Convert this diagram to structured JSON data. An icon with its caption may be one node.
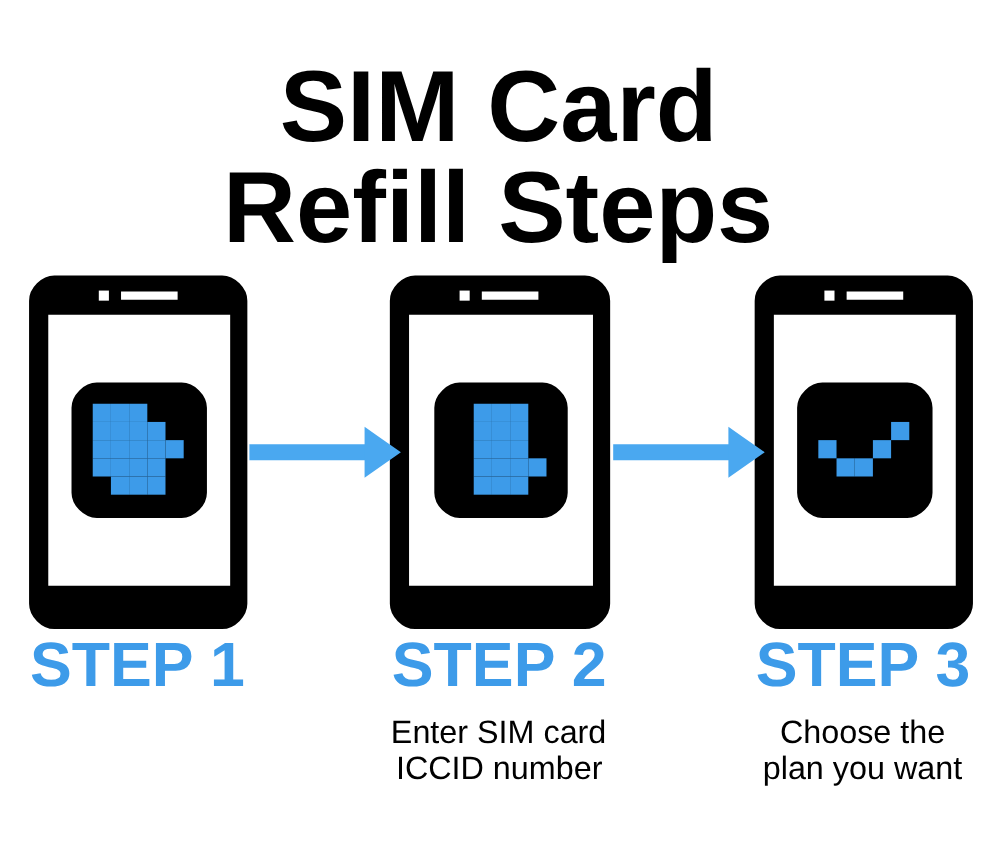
{
  "diagram": {
    "title": "SIM Card Refill Steps",
    "nodes": [
      {
        "text": [
          "STEP 1"
        ]
      },
      {
        "text": [
          "STEP 2",
          "Enter SIM card ICCID number"
        ]
      },
      {
        "text": [
          "STEP 3",
          "Choose the plan you want"
        ]
      }
    ],
    "edges": [
      {
        "from": 0,
        "to": 1,
        "arrow": "to"
      },
      {
        "from": 1,
        "to": 2,
        "arrow": "to"
      }
    ]
  }
}
